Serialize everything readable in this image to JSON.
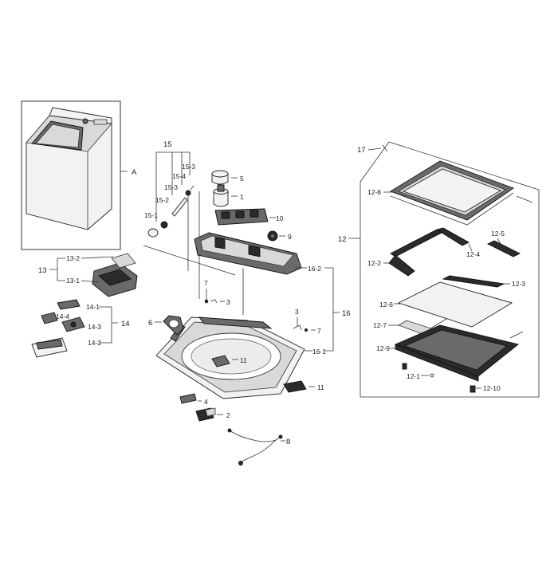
{
  "diagram": {
    "inset_label": "A",
    "callouts": {
      "c1": "1",
      "c2": "2",
      "c3a": "3",
      "c3b": "3",
      "c4": "4",
      "c5": "5",
      "c6": "6",
      "c7a": "7",
      "c7b": "7",
      "c8": "8",
      "c9": "9",
      "c10": "10",
      "c11a": "11",
      "c11b": "11",
      "c12": "12",
      "c12_1": "12-1",
      "c12_2": "12-2",
      "c12_3": "12-3",
      "c12_4": "12-4",
      "c12_5": "12-5",
      "c12_6": "12-6",
      "c12_7": "12-7",
      "c12_8": "12-8",
      "c12_9": "12-9",
      "c12_10": "12-10",
      "c13": "13",
      "c13_1": "13-1",
      "c13_2": "13-2",
      "c14": "14",
      "c14_1": "14-1",
      "c14_2": "14-2",
      "c14_3": "14-3",
      "c14_4": "14-4",
      "c15": "15",
      "c15_1": "15-1",
      "c15_2": "15-2",
      "c15_3a": "15-3",
      "c15_3b": "15-3",
      "c15_4": "15-4",
      "c16": "16",
      "c16_1": "16-1",
      "c16_2": "16-2",
      "c17": "17"
    }
  }
}
